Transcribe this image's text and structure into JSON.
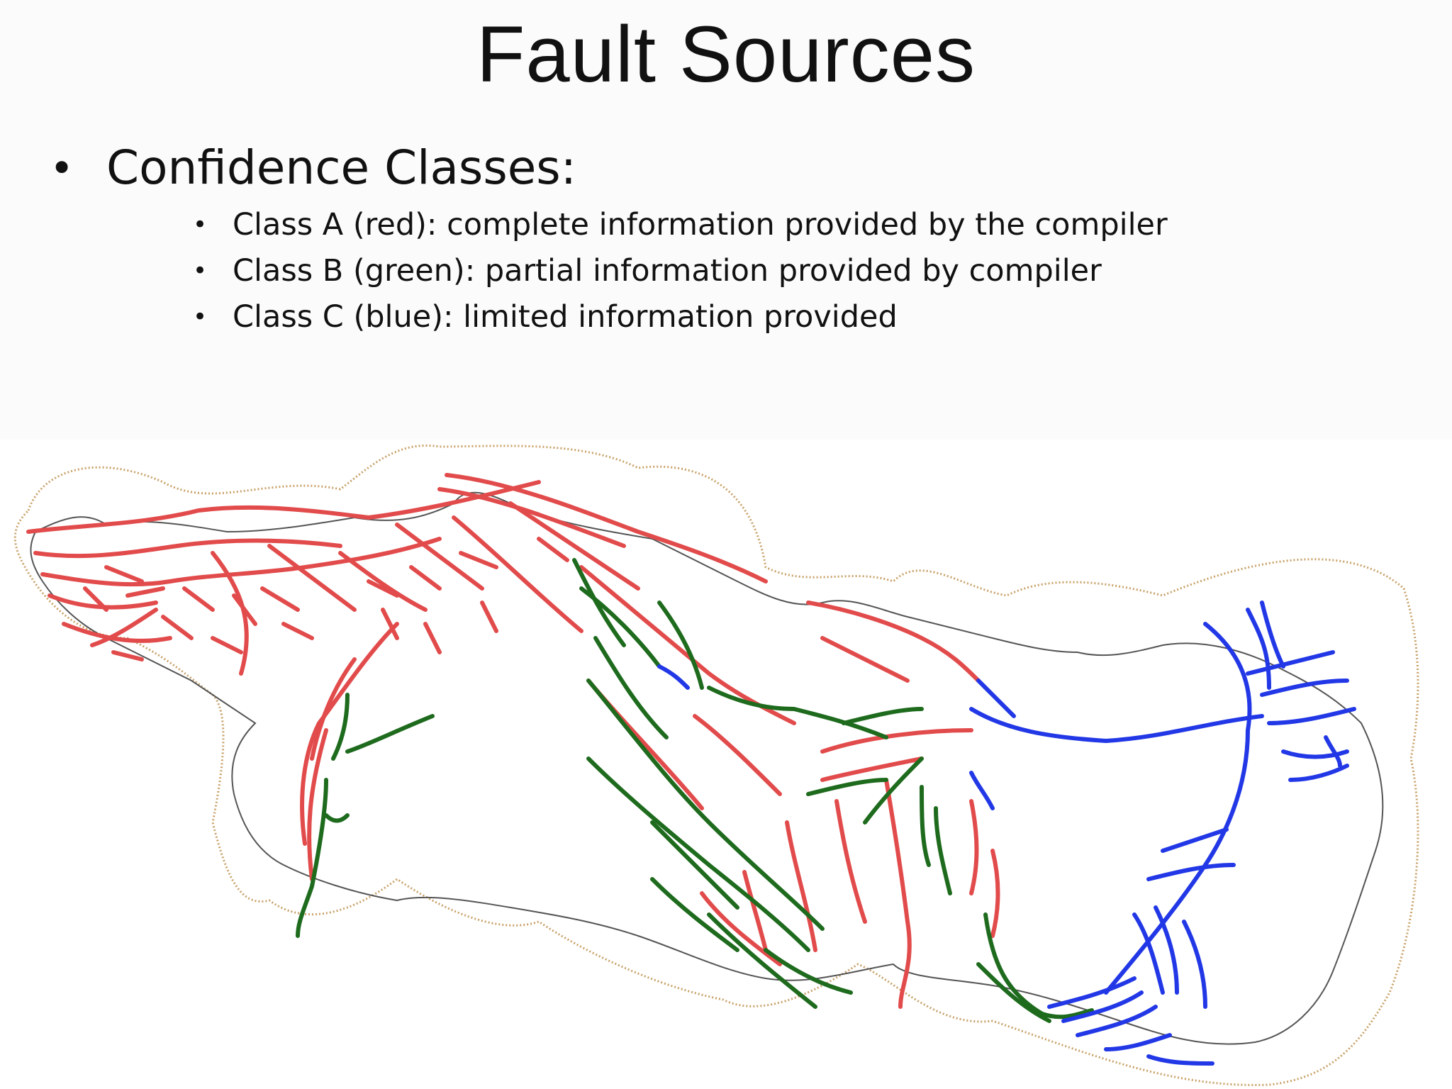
{
  "slide": {
    "title": "Fault Sources",
    "main_bullet": "Confidence Classes:",
    "sub_bullets": [
      "Class A (red): complete information provided by the compiler",
      "Class B (green): partial information provided by compiler",
      "Class C (blue): limited information provided"
    ]
  },
  "colors": {
    "class_a": "#e24b4b",
    "class_b": "#1e6b1e",
    "class_c": "#2238e6",
    "outline": "#555555",
    "buffer": "#c9a26a"
  }
}
